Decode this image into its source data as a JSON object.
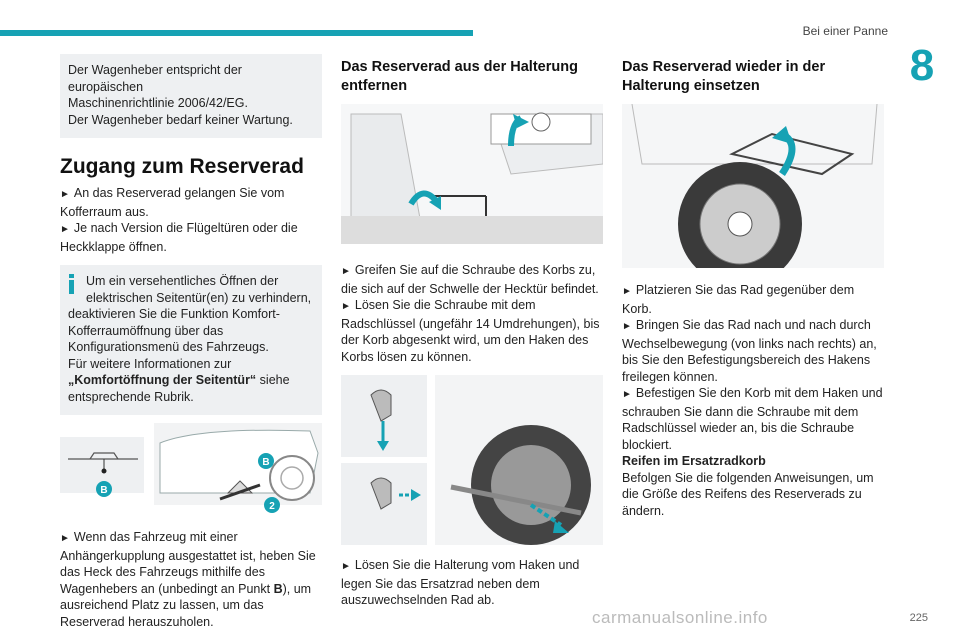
{
  "header": {
    "section": "Bei einer Panne",
    "chapter": "8"
  },
  "col1": {
    "note_box": [
      "Der Wagenheber entspricht der europäischen",
      "Maschinenrichtlinie 2006/42/EG.",
      "Der Wagenheber bedarf keiner Wartung."
    ],
    "heading": "Zugang zum Reserverad",
    "bullet1": "An das Reserverad gelangen Sie vom Kofferraum aus.",
    "bullet2": "Je nach Version die Flügeltüren oder die Heckklappe öffnen.",
    "info_text": "Um ein versehentliches Öffnen der elektrischen Seitentür(en) zu verhindern, deaktivieren Sie die Funktion Komfort-Kofferraumöffnung über das Konfigurationsmenü des Fahrzeugs.",
    "info_text2": "Für weitere Informationen zur",
    "info_bold": "„Komfortöffnung der Seitentür“",
    "info_tail": " siehe entsprechende Rubrik.",
    "fig_label_b1": "B",
    "fig_label_b2": "B",
    "fig_label_2": "2",
    "bullet3_pre": "Wenn das Fahrzeug mit einer Anhängerkupplung ausgestattet ist, heben Sie das Heck des Fahrzeugs mithilfe des Wagenhebers an (unbedingt an Punkt ",
    "bullet3_bold": "B",
    "bullet3_post": "), um ausreichend Platz zu lassen, um das Reserverad herauszuholen."
  },
  "col2": {
    "heading": "Das Reserverad aus der Halterung entfernen",
    "bullet1": "Greifen Sie auf die Schraube des Korbs zu, die sich auf der Schwelle der Hecktür befindet.",
    "bullet2": "Lösen Sie die Schraube mit dem Radschlüssel (ungefähr 14 Umdrehungen), bis der Korb abgesenkt wird, um den Haken des Korbs lösen zu können.",
    "bullet3": "Lösen Sie die Halterung vom Haken und legen Sie das Ersatzrad neben dem auszuwechselnden Rad ab."
  },
  "col3": {
    "heading": "Das Reserverad wieder in der Halterung einsetzen",
    "bullet1": "Platzieren Sie das Rad gegenüber dem Korb.",
    "bullet2": "Bringen Sie das Rad nach und nach durch Wechselbewegung (von links nach rechts) an, bis Sie den Befestigungsbereich des Hakens freilegen können.",
    "bullet3": "Befestigen Sie den Korb mit dem Haken und schrauben Sie dann die Schraube mit dem Radschlüssel wieder an, bis die Schraube blockiert.",
    "subheading": "Reifen im Ersatzradkorb",
    "para": "Befolgen Sie die folgenden Anweisungen, um die Größe des Reifens des Reserverads zu ändern."
  },
  "footer": {
    "page": "225",
    "watermark": "carmanualsonline.info"
  },
  "colors": {
    "accent": "#16a2b4",
    "box": "#eef0f2"
  }
}
